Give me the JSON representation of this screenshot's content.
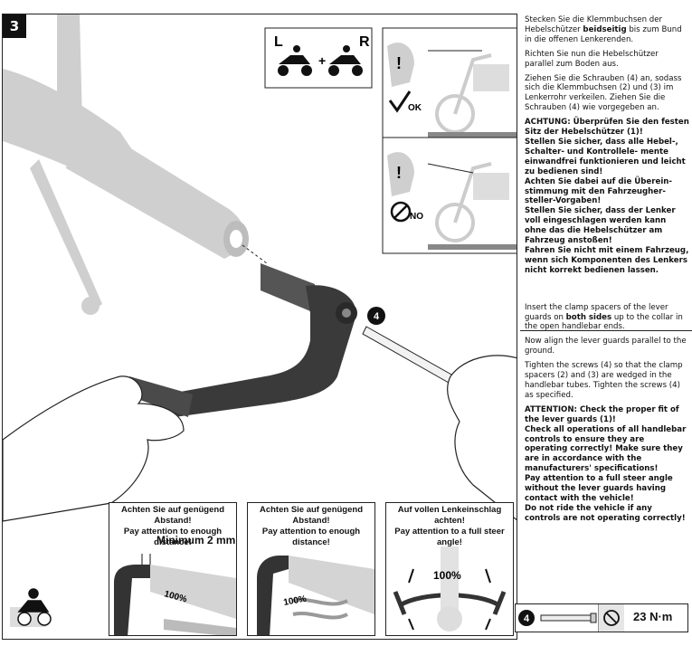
{
  "step_number": "3",
  "side_labels": {
    "left": "L",
    "right": "R",
    "plus": "+"
  },
  "ok_label": "OK",
  "no_label": "NO",
  "exclaim": "!",
  "callout_number": "4",
  "bottom_panels": [
    {
      "caption_de": "Achten Sie auf genügend Abstand!",
      "caption_en": "Pay attention to enough distance!",
      "measure": "Minimum 2 mm",
      "percent": "100%"
    },
    {
      "caption_de": "Achten Sie auf genügend Abstand!",
      "caption_en": "Pay attention to enough distance!",
      "percent": "100%"
    },
    {
      "caption_de": "Auf vollen Lenkeinschlag achten!",
      "caption_en": "Pay attention to a full steer angle!",
      "percent": "100%"
    }
  ],
  "de": {
    "p1_a": "Stecken Sie die Klemmbuchsen der Hebelschützer ",
    "p1_b": "beidseitig",
    "p1_c": " bis zum Bund in die offenen Lenkerenden.",
    "p2": "Richten Sie nun die Hebelschützer parallel zum Boden aus.",
    "p3": "Ziehen Sie die Schrauben (4) an, sodass sich die Klemmbuchsen (2) und (3) im Lenkerrohr verkeilen. Ziehen Sie die Schrauben (4) wie vorgegeben an.",
    "warn1": "ACHTUNG: Überprüfen Sie den festen Sitz der Hebelschützer (1)!",
    "warn2": "Stellen Sie sicher, dass alle Hebel-, Schalter- und Kontrollele- mente einwandfrei funktionieren und leicht zu bedienen sind!",
    "warn3": "Achten Sie dabei auf die Überein- stimmung mit den Fahrzeugher- steller-Vorgaben!",
    "warn4": "Stellen Sie sicher, dass der Lenker voll eingeschlagen werden kann ohne das die Hebelschützer am Fahrzeug anstoßen!",
    "warn5": "Fahren Sie nicht mit einem Fahrzeug, wenn sich Komponenten des Lenkers nicht korrekt bedienen lassen."
  },
  "en": {
    "p1_a": "Insert the clamp spacers of the lever guards on ",
    "p1_b": "both sides",
    "p1_c": " up to the collar in the open handlebar ends.",
    "p2": "Now align the lever guards parallel to the ground.",
    "p3": "Tighten the screws (4) so that the clamp spacers (2) and (3) are wedged in the handlebar tubes. Tighten the screws (4) as specified.",
    "warn1": "ATTENTION: Check the proper fit of the lever guards (1)!",
    "warn2": "Check all operations of all handlebar controls to ensure they are operating correctly! Make sure they are in accordance with the manufacturers' specifications!",
    "warn3": "Pay attention to a full steer angle without the lever guards having contact with the vehicle!",
    "warn4": "Do not ride the vehicle if any controls are not operating correctly!"
  },
  "torque": {
    "value": "23 N·m"
  }
}
